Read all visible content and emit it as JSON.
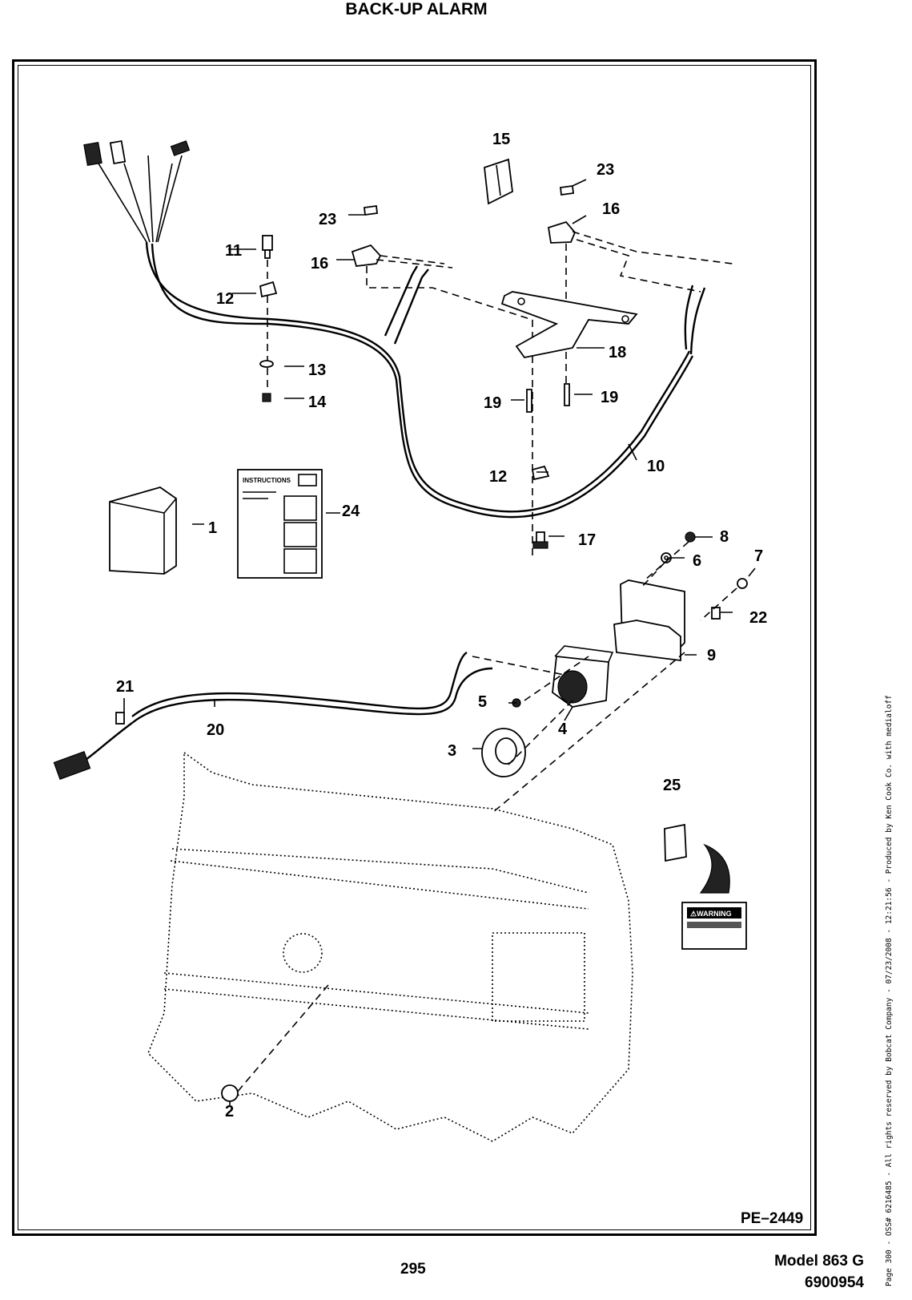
{
  "page_title": "BACK-UP ALARM",
  "figure_code": "PE–2449",
  "page_number": "295",
  "model": "Model 863 G",
  "part_number": "6900954",
  "side_note": "Page 300 - OSS# 6216485 - All rights reserved by Bobcat Company - 07/23/2008 - 12:21:56 - Produced by Ken Cook Co. with medialoff",
  "instructions_label": "INSTRUCTIONS",
  "warning_label": "⚠WARNING",
  "callouts": [
    "1",
    "2",
    "3",
    "4",
    "5",
    "6",
    "7",
    "8",
    "9",
    "10",
    "11",
    "12",
    "12",
    "13",
    "14",
    "15",
    "16",
    "16",
    "17",
    "18",
    "19",
    "19",
    "20",
    "21",
    "22",
    "23",
    "23",
    "24",
    "25"
  ]
}
